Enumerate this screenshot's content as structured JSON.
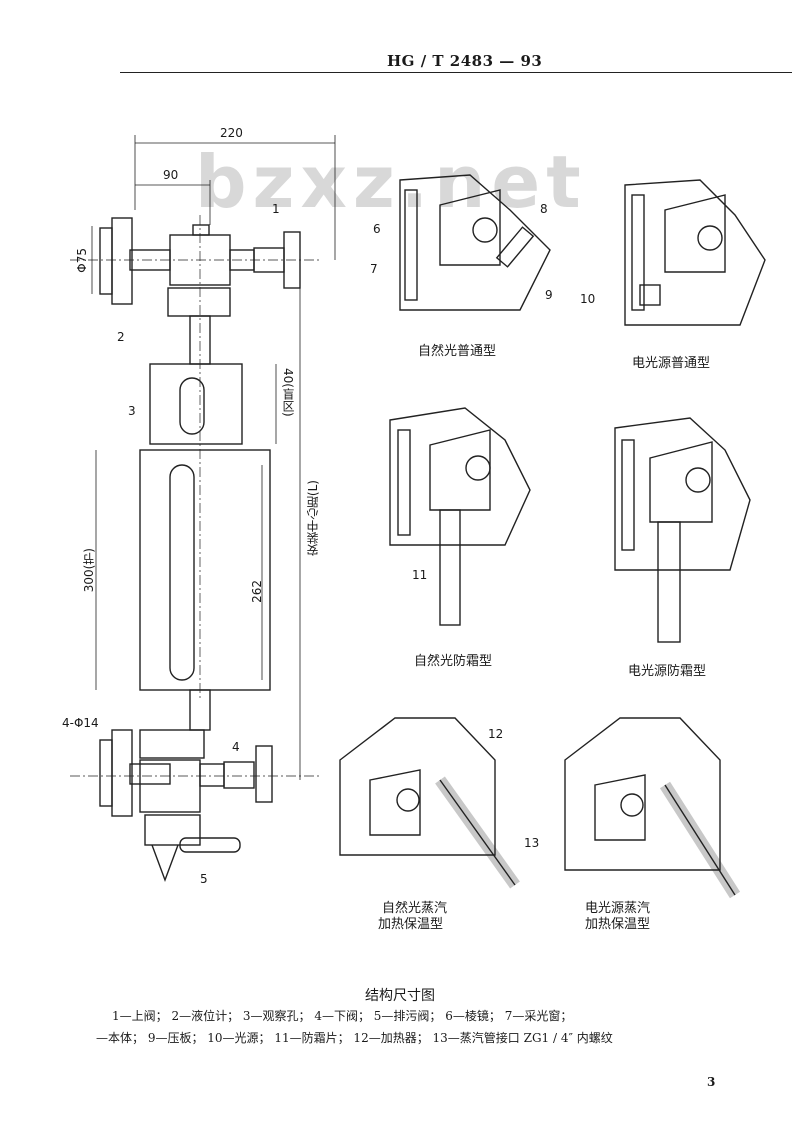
{
  "header": {
    "standard_no": "HG / T 2483 — 93"
  },
  "watermark": "bzxz.net",
  "dimensions": {
    "overall_width": "220",
    "offset": "90",
    "flange_dia": "Φ75",
    "blind_zone": "40(盲区)",
    "section": "300(节)",
    "visible": "262",
    "center_distance": "安装中心距(L)",
    "bolt_holes": "4-Φ14"
  },
  "part_numbers": [
    "1",
    "2",
    "3",
    "4",
    "5",
    "6",
    "7",
    "8",
    "9",
    "10",
    "11",
    "12",
    "13"
  ],
  "variants": [
    "自然光普通型",
    "电光源普通型",
    "自然光防霜型",
    "电光源防霜型",
    "自然光蒸汽",
    "加热保温型",
    "电光源蒸汽",
    "加热保温型"
  ],
  "figure_title": "结构尺寸图",
  "legend": {
    "line1": "1—上阀；  2—液位计；  3—观察孔；  4—下阀；  5—排污阀；  6—棱镜；  7—采光窗；",
    "line2": "—本体；  9—压板；  10—光源；  11—防霜片；  12—加热器；  13—蒸汽管接口 ZG1 / 4″ 内螺纹"
  },
  "page_number": "3"
}
